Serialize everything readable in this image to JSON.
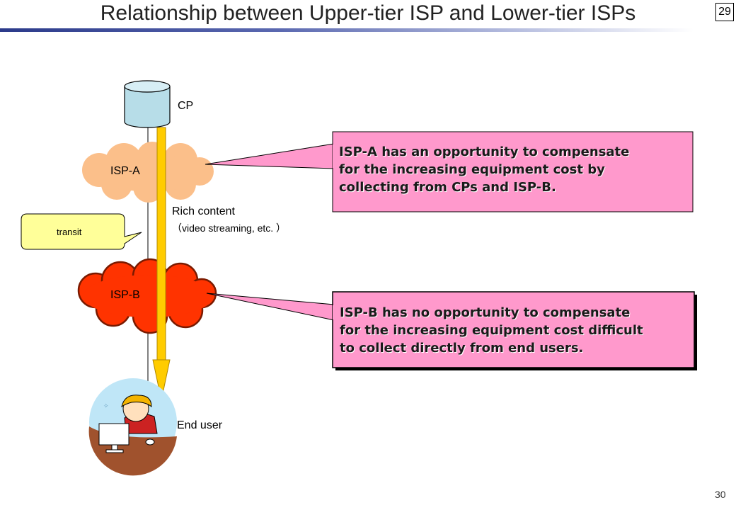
{
  "header": {
    "title": "Relationship between Upper-tier ISP and Lower-tier ISPs",
    "page_box": "29"
  },
  "footer": {
    "page_number": "30"
  },
  "diagram": {
    "cp_label": "CP",
    "isp_a_label": "ISP-A",
    "isp_b_label": "ISP-B",
    "transit_label": "transit",
    "rich_content_label": "Rich content",
    "rich_content_sub": "（video streaming, etc. ）",
    "end_user_label": "End user",
    "colors": {
      "isp_a": "#fbbf8a",
      "isp_b": "#ff3300",
      "callout": "#ff99cc",
      "transit": "#ffff99",
      "arrow": "#ffcc00",
      "cp": "#b7dde8"
    }
  },
  "callouts": {
    "isp_a": [
      "ISP-A has an opportunity to compensate",
      "for the increasing equipment cost by",
      "collecting from CPs and ISP-B."
    ],
    "isp_b": [
      "ISP-B has no opportunity to compensate",
      "for the increasing equipment cost difficult",
      "to collect directly from end users."
    ]
  }
}
